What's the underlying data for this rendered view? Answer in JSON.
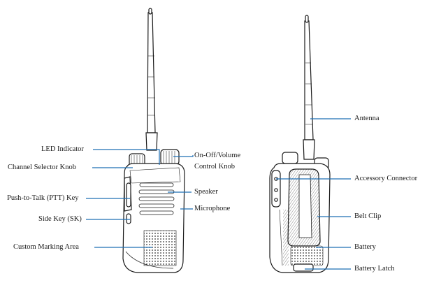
{
  "labels": {
    "led_indicator": "LED Indicator",
    "channel_selector_knob": "Channel Selector Knob",
    "ptt_key": "Push-to-Talk (PTT) Key",
    "side_key": "Side Key (SK)",
    "custom_marking_area": "Custom Marking Area",
    "on_off_volume_line1": "On-Off/Volume",
    "on_off_volume_line2": "Control Knob",
    "speaker": "Speaker",
    "microphone": "Microphone",
    "antenna": "Antenna",
    "accessory_connector": "Accessory Connector",
    "belt_clip": "Belt Clip",
    "battery": "Battery",
    "battery_latch": "Battery Latch"
  },
  "colors": {
    "leader_line": "#1f6fb5",
    "outline": "#1a1a1a"
  }
}
